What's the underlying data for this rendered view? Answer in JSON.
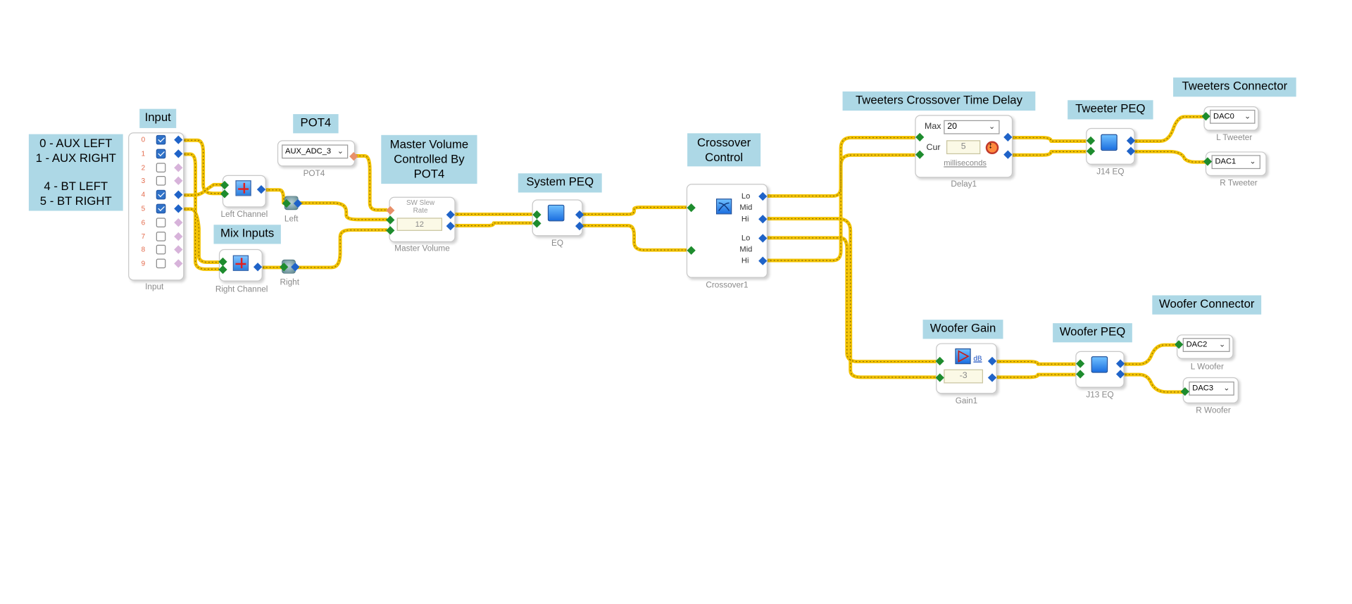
{
  "comments": {
    "inputs_legend": [
      "0 - AUX LEFT",
      "1 - AUX RIGHT",
      "",
      "4 - BT LEFT",
      "5 -  BT RIGHT"
    ],
    "input": "Input",
    "pot4": "POT4",
    "master_volume": [
      "Master Volume",
      "Controlled By",
      "POT4"
    ],
    "mix_inputs": "Mix Inputs",
    "system_peq": "System PEQ",
    "crossover_control": [
      "Crossover",
      "Control"
    ],
    "tweeters_delay": "Tweeters Crossover Time Delay",
    "tweeter_peq": "Tweeter PEQ",
    "tweeters_connector": "Tweeters Connector",
    "woofer_gain": "Woofer Gain",
    "woofer_peq": "Woofer PEQ",
    "woofer_connector": "Woofer Connector"
  },
  "input_block": {
    "caption": "Input",
    "channels": [
      "0",
      "1",
      "2",
      "3",
      "4",
      "5",
      "6",
      "7",
      "8",
      "9"
    ],
    "checked": [
      true,
      true,
      false,
      false,
      true,
      true,
      false,
      false,
      false,
      false
    ]
  },
  "pot4_block": {
    "value": "AUX_ADC_3",
    "caption": "POT4"
  },
  "left_channel": {
    "caption": "Left Channel"
  },
  "right_channel": {
    "caption": "Right Channel"
  },
  "left_mute": {
    "caption": "Left"
  },
  "right_mute": {
    "caption": "Right"
  },
  "master_volume": {
    "rate_label": [
      "SW Slew",
      "Rate"
    ],
    "value": "12",
    "caption": "Master Volume"
  },
  "system_eq": {
    "caption": "EQ"
  },
  "crossover": {
    "caption": "Crossover1",
    "outputs": [
      "Lo",
      "Mid",
      "Hi",
      "Lo",
      "Mid",
      "Hi"
    ]
  },
  "delay": {
    "max_label": "Max",
    "max_value": "20",
    "cur_label": "Cur",
    "cur_value": "5",
    "unit": "milliseconds",
    "caption": "Delay1"
  },
  "j14_eq": {
    "caption": "J14 EQ"
  },
  "dac0": {
    "value": "DAC0",
    "caption": "L Tweeter"
  },
  "dac1": {
    "value": "DAC1",
    "caption": "R Tweeter"
  },
  "gain": {
    "unit": "dB",
    "value": "-3",
    "caption": "Gain1"
  },
  "j13_eq": {
    "caption": "J13 EQ"
  },
  "dac2": {
    "value": "DAC2",
    "caption": "L Woofer"
  },
  "dac3": {
    "value": "DAC3",
    "caption": "R Woofer"
  },
  "colors": {
    "comment_bg": "#add8e6",
    "wire": "#f5c400",
    "input_pin": "#1e8c2e",
    "output_pin": "#1f63c8"
  }
}
